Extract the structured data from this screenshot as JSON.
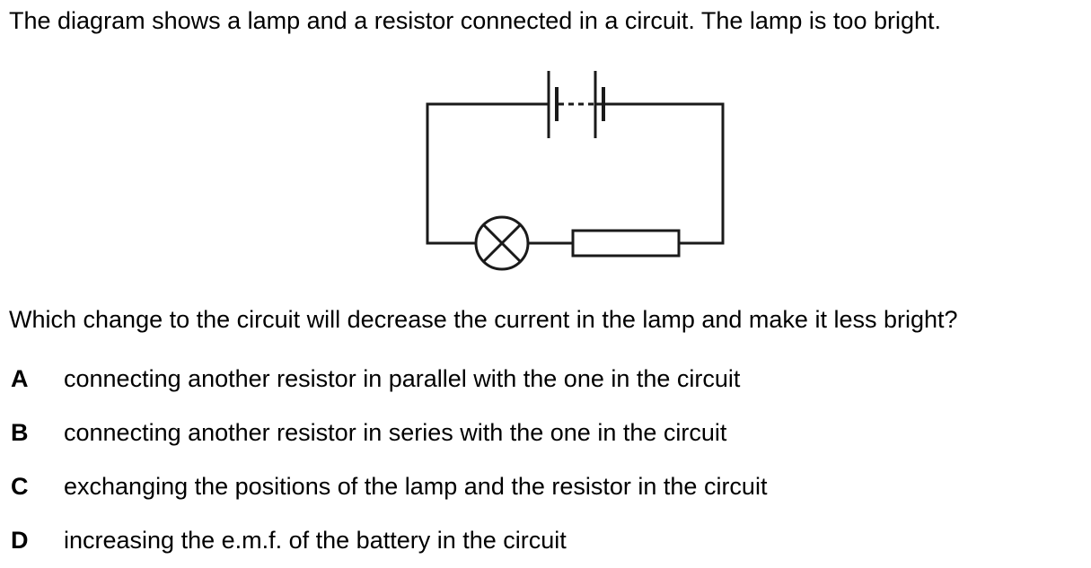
{
  "intro": "The diagram shows a lamp and a resistor connected in a circuit. The lamp is too bright.",
  "question": "Which change to the circuit will decrease the current in the lamp and make it less bright?",
  "options": [
    {
      "letter": "A",
      "text": "connecting another resistor in parallel with the one in the circuit"
    },
    {
      "letter": "B",
      "text": "connecting another resistor in series with the one in the circuit"
    },
    {
      "letter": "C",
      "text": "exchanging the positions of the lamp and the resistor in the circuit"
    },
    {
      "letter": "D",
      "text": "increasing the e.m.f. of the battery in the circuit"
    }
  ]
}
